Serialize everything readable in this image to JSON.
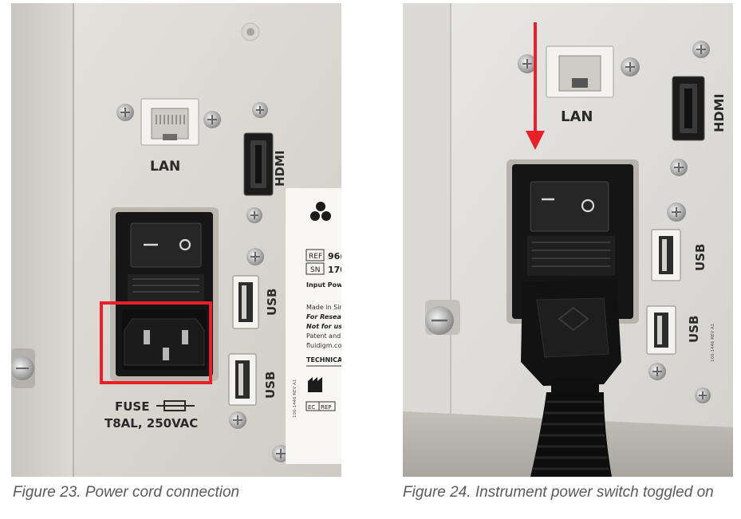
{
  "figures": [
    {
      "caption": "Figure 23.   Power cord connection",
      "labels": {
        "lan": "LAN",
        "hdmi": "HDMI",
        "usb_top": "USB",
        "usb_bottom": "USB",
        "fuse_line1": "FUSE",
        "fuse_line2": "T8AL, 250VAC"
      },
      "label_panel": {
        "ref_tag": "REF",
        "ref_value": "96(",
        "sn_tag": "SN",
        "sn_value": "170",
        "input_power": "Input Pow",
        "made_in": "Made in Sin",
        "for_research": "For Researc",
        "not_for_use": "Not for use",
        "patent": "Patent and l",
        "website": "fluidigm.com",
        "technical": "TECHNICAL",
        "ec_tag": "EC",
        "rep_tag": "REP",
        "revision": "100-1446 REV A1"
      },
      "highlight_color": "#e8202a"
    },
    {
      "caption": "Figure 24.   Instrument power switch toggled on",
      "labels": {
        "lan": "LAN",
        "hdmi": "HDMI",
        "usb_top": "USB",
        "usb_bottom": "USB",
        "revision": "100-1446 REV A1"
      },
      "arrow_color": "#e8202a"
    }
  ]
}
